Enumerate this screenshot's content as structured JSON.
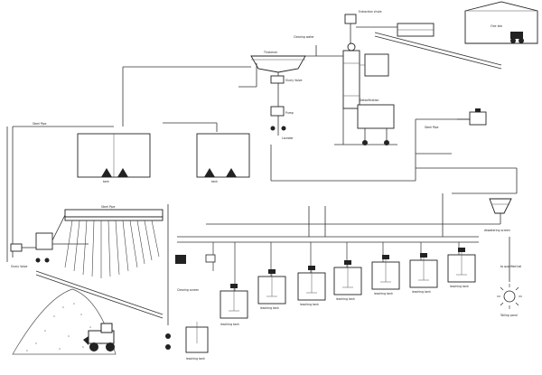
{
  "labels": {
    "extraction_chute": "Extraction chute",
    "leaching_tank": "leaching tank",
    "leaching_tank_a": "leaching tank",
    "leaching_tank_b": "leaching tank",
    "leaching_tank_c": "leaching tank",
    "leaching_tank_d": "leaching tank",
    "leaching_tank_e": "leaching tank",
    "leaching_tank_f": "leaching tank",
    "leaching_tank_g": "leaching tank",
    "steel_pipe_1": "Steel Pipe",
    "steel_pipe_2": "Steel Pipe",
    "steel_pipe_3": "Steel Pipe",
    "pump": "Pump",
    "slurry_valve_1": "Slurry Valve",
    "slurry_valve_2": "Slurry Valve",
    "clearing_screen": "Clearing screen",
    "clearing_water": "Clearing water",
    "thickener": "Thickener",
    "launder": "Launder",
    "detoxification": "Detoxification",
    "ore_bin": "Ore bin",
    "dewatering_screen": "dewatering screen",
    "to_qualified_tail": "to qualified tail",
    "tailing_pond": "Tailing pond",
    "tank_label": "tank"
  },
  "icons": [
    "building-icon",
    "loader-icon",
    "ore-pile-icon",
    "agitator-icon",
    "pump-icon",
    "screen-icon",
    "thickener-icon",
    "ball-mill-icon",
    "sun-icon",
    "conveyor-icon"
  ],
  "colors": {
    "line": "#333333",
    "background": "#ffffff"
  }
}
